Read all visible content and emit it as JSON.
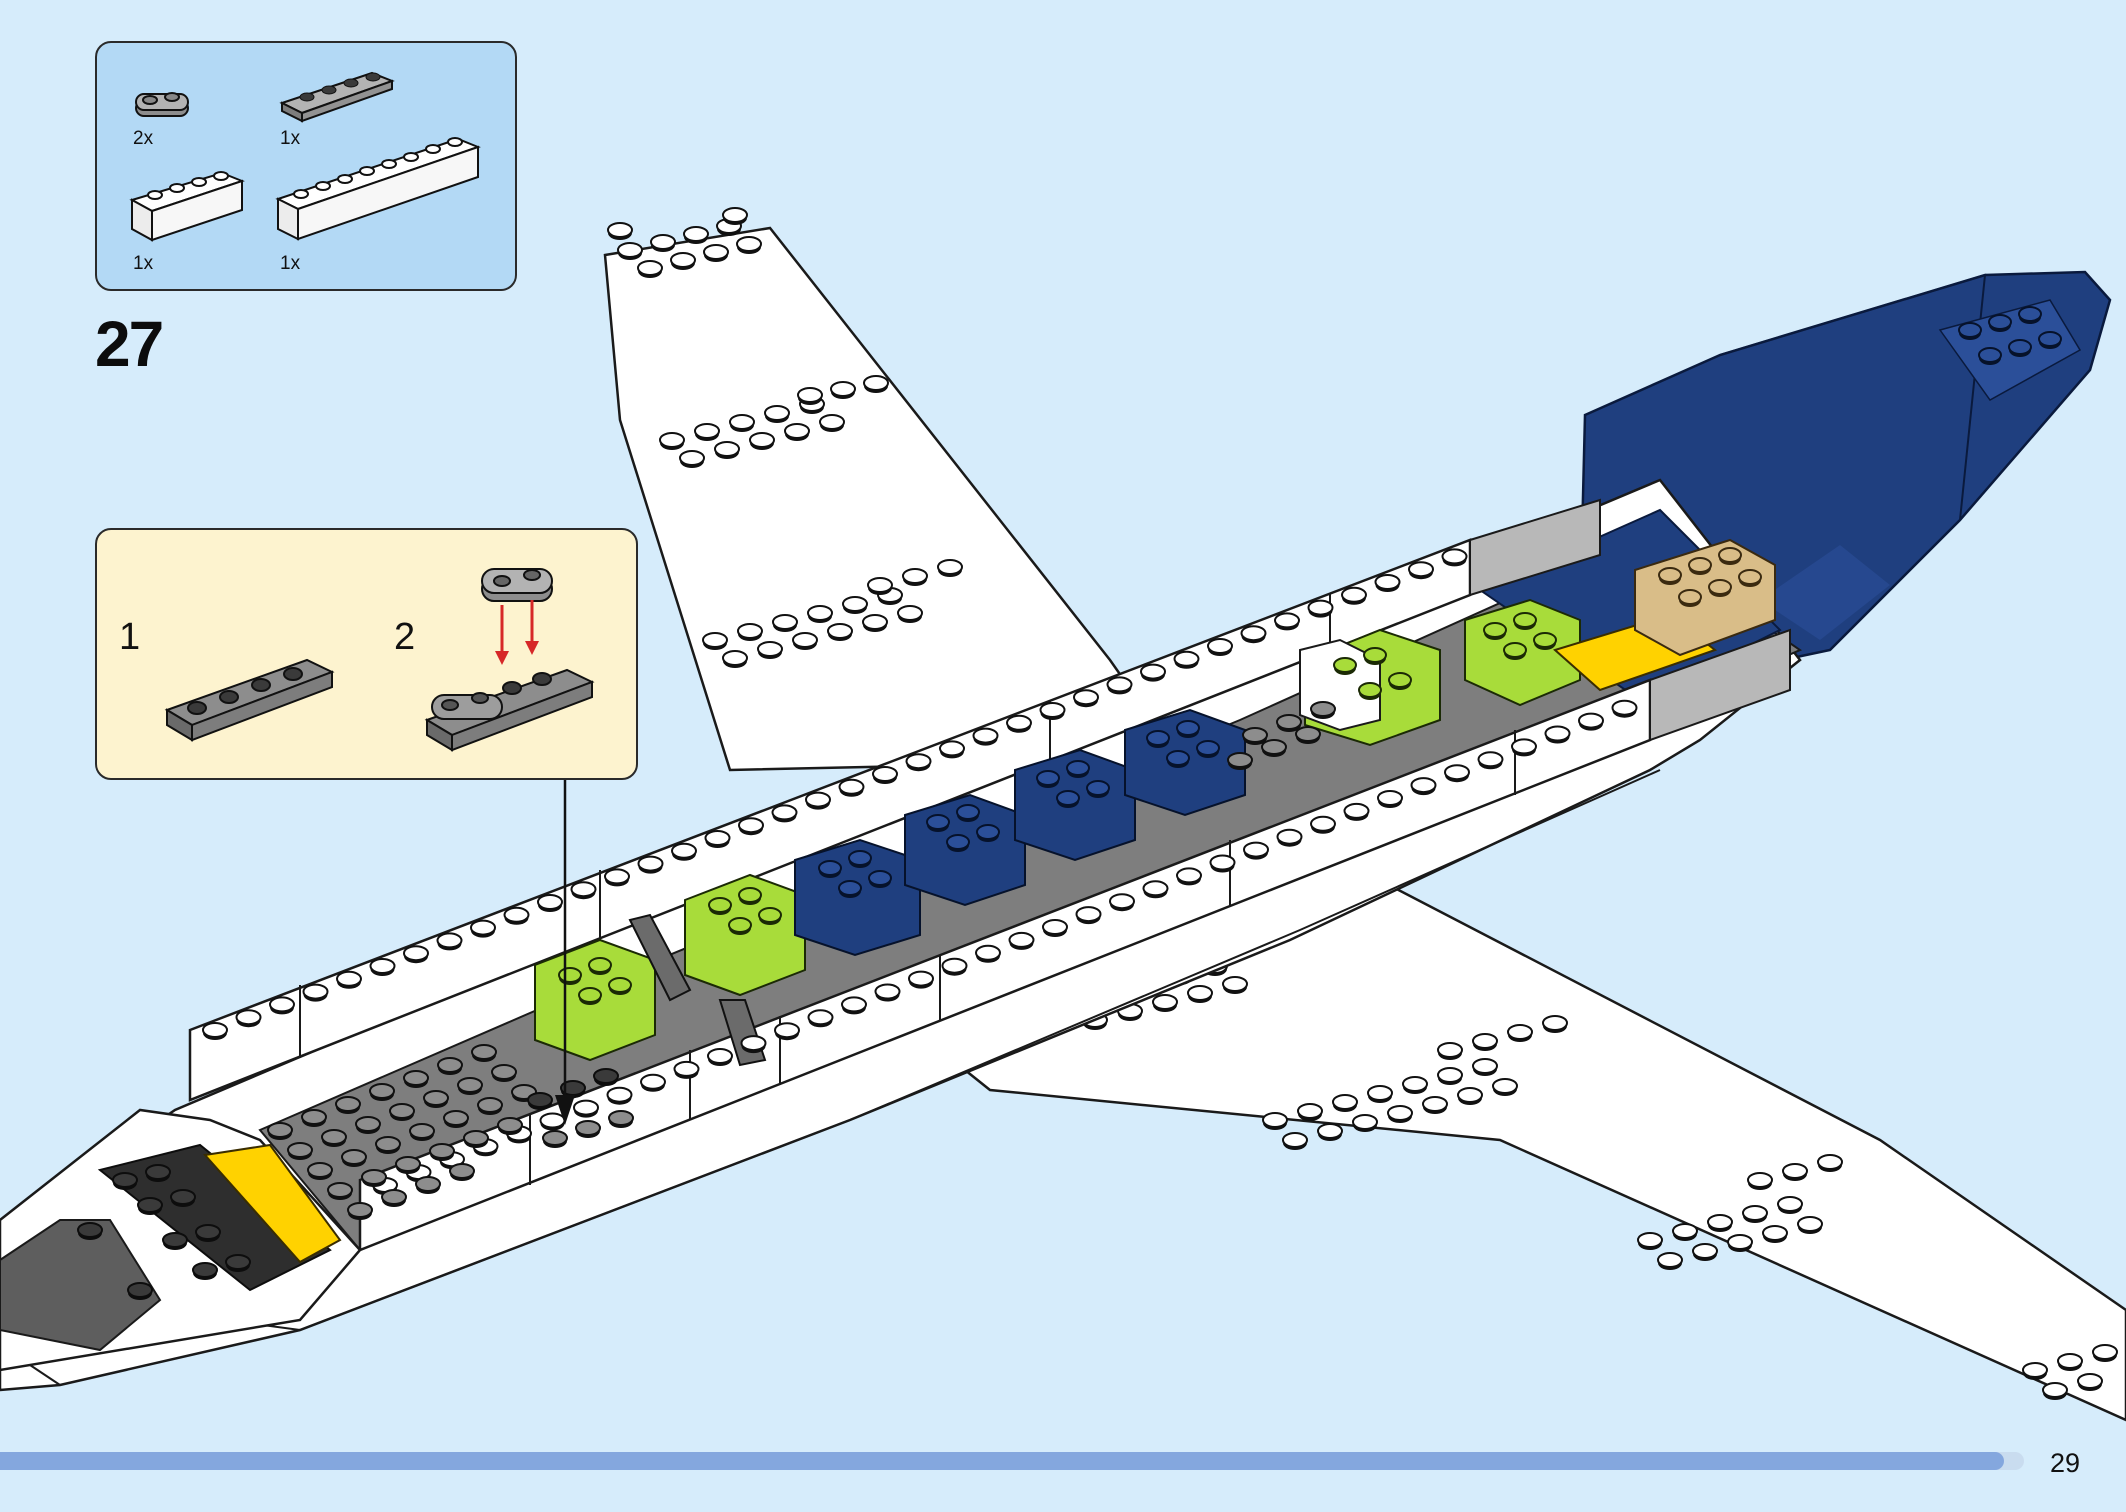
{
  "page": {
    "step_number": "27",
    "page_number": "29",
    "progress": 0.99
  },
  "parts_list": [
    {
      "qty": "2x",
      "part": "gray-round-plate-1x2-icon"
    },
    {
      "qty": "1x",
      "part": "gray-plate-1x4-icon"
    },
    {
      "qty": "1x",
      "part": "white-brick-1x4-icon"
    },
    {
      "qty": "1x",
      "part": "white-brick-1x8-icon"
    }
  ],
  "sub_steps": [
    {
      "label": "1"
    },
    {
      "label": "2"
    }
  ],
  "colors": {
    "background": "#d6ecfb",
    "parts_box": "#b3d9f5",
    "sub_step_box": "#fdf3cf",
    "progress_fill": "#84a7de",
    "plane_white": "#ffffff",
    "plane_blue": "#1f3f7f",
    "lime": "#a8dc3a",
    "yellow": "#ffd200",
    "tan": "#d9bd88",
    "gray": "#9a9a9a",
    "dark_gray": "#5b5b5b",
    "arrow_red": "#d62828"
  }
}
